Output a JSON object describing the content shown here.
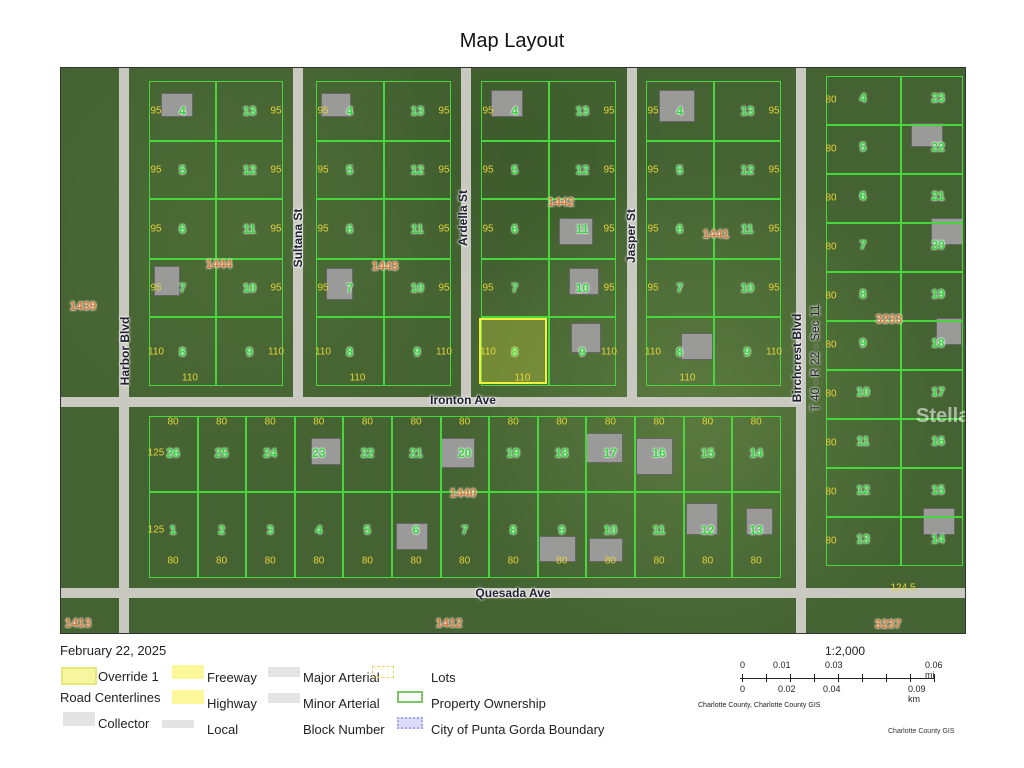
{
  "title": "Map Layout",
  "map": {
    "streets": {
      "harbor": "Harbor Blvd",
      "sultana": "Sultana St",
      "ardella": "Ardella St",
      "jasper": "Jasper St",
      "birchcrest": "Birchcrest Blvd",
      "section": "T 40 - R 22 - Sec 11",
      "ironton": "Ironton Ave",
      "quesada": "Quesada Ave"
    },
    "blocks": [
      "1444",
      "1443",
      "1442",
      "1441",
      "3233",
      "1440",
      "1439",
      "1413",
      "1412",
      "3237"
    ],
    "lots_top_blocks": [
      "4",
      "13",
      "5",
      "12",
      "6",
      "11",
      "7",
      "10",
      "8",
      "9"
    ],
    "lots_3233_left": [
      "4",
      "5",
      "6",
      "7",
      "8",
      "9",
      "10",
      "11",
      "12",
      "13"
    ],
    "lots_3233_right": [
      "23",
      "22",
      "21",
      "20",
      "19",
      "18",
      "17",
      "16",
      "15",
      "14"
    ],
    "lots_1440_top": [
      "26",
      "25",
      "24",
      "23",
      "22",
      "21",
      "20",
      "19",
      "18",
      "17",
      "16",
      "15",
      "14"
    ],
    "lots_1440_bottom": [
      "1",
      "2",
      "3",
      "4",
      "5",
      "6",
      "7",
      "8",
      "9",
      "10",
      "11",
      "12",
      "13"
    ],
    "dimensions": {
      "side": "95",
      "rear": "110",
      "front_1440": "80",
      "end_1440": "125",
      "side_3233": "80",
      "rear_3233": "124.5"
    },
    "watermark": "StellarMLS",
    "selected_lot_color": "#f0f03c",
    "lot_line_color": "#47d63c"
  },
  "date": "February 22, 2025",
  "legend": {
    "override": "Override 1",
    "road_centerlines": "Road Centerlines",
    "collector": "Collector",
    "freeway": "Freeway",
    "highway": "Highway",
    "local": "Local",
    "major_arterial": "Major Arterial",
    "minor_arterial": "Minor Arterial",
    "block_number": "Block Number",
    "lots": "Lots",
    "property_ownership": "Property Ownership",
    "city_boundary": "City of Punta Gorda Boundary"
  },
  "scale": {
    "ratio": "1:2,000",
    "mi": [
      "0",
      "0.01",
      "0.03",
      "0.06 mi"
    ],
    "km": [
      "0",
      "0.02",
      "0.04",
      "0.09 km"
    ],
    "attribution": "Charlotte County, Charlotte County GIS"
  },
  "footer_credit": "Charlotte County GIS"
}
